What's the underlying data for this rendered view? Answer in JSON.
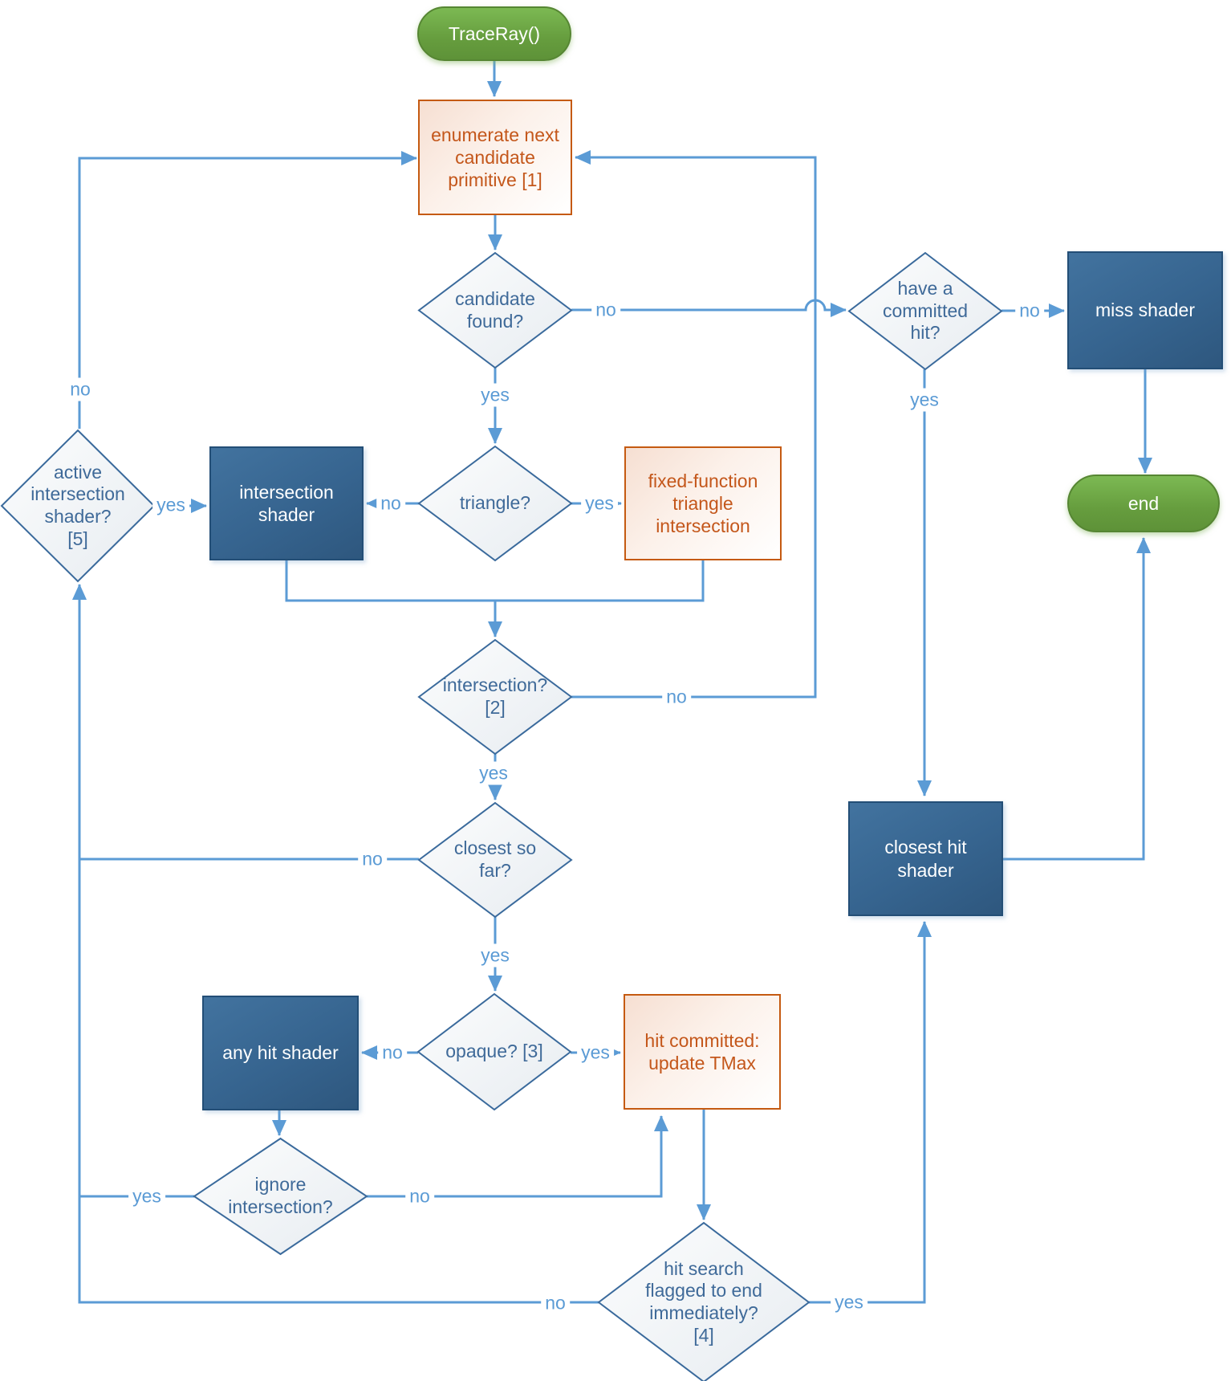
{
  "colors": {
    "connector_blue": "#5B9BD5",
    "diamond_border": "#3A6A9C",
    "diamond_text": "#3F6A99",
    "process_blue": "#36648F",
    "process_blue_border": "#234E76",
    "orange_border": "#C55A11",
    "orange_text": "#C4571B",
    "green_fill": "#669D3E",
    "green_border": "#568633",
    "background": "#FFFFFF"
  },
  "nodes": {
    "traceray": {
      "label": "TraceRay()"
    },
    "enumerate": {
      "label": "enumerate next\ncandidate\nprimitive [1]"
    },
    "candidate_found": {
      "label": "candidate\nfound?"
    },
    "have_committed_hit": {
      "label": "have a\ncommitted\nhit?"
    },
    "miss_shader": {
      "label": "miss shader"
    },
    "end": {
      "label": "end"
    },
    "triangle": {
      "label": "triangle?"
    },
    "intersection_shader": {
      "label": "intersection\nshader"
    },
    "fixed_function": {
      "label": "fixed-function\ntriangle\nintersection"
    },
    "active_intersection_shader": {
      "label": "active\nintersection\nshader?\n[5]"
    },
    "intersection2": {
      "label": "intersection?\n[2]"
    },
    "closest_so_far": {
      "label": "closest so\nfar?"
    },
    "closest_hit_shader": {
      "label": "closest hit\nshader"
    },
    "opaque": {
      "label": "opaque? [3]"
    },
    "any_hit_shader": {
      "label": "any hit shader"
    },
    "hit_committed": {
      "label": "hit committed:\nupdate TMax"
    },
    "ignore_intersection": {
      "label": "ignore\nintersection?"
    },
    "hit_search_flagged": {
      "label": "hit search\nflagged to end\nimmediately?\n[4]"
    }
  },
  "edge_labels": {
    "candidate_found_yes": "yes",
    "candidate_found_no": "no",
    "have_committed_hit_yes": "yes",
    "have_committed_hit_no": "no",
    "triangle_yes": "yes",
    "triangle_no": "no",
    "active_intersection_yes": "yes",
    "active_intersection_no": "no",
    "intersection2_yes": "yes",
    "intersection2_no": "no",
    "closest_so_far_yes": "yes",
    "closest_so_far_no": "no",
    "opaque_yes": "yes",
    "opaque_no": "no",
    "ignore_intersection_yes": "yes",
    "ignore_intersection_no": "no",
    "hit_search_yes": "yes",
    "hit_search_no": "no"
  }
}
